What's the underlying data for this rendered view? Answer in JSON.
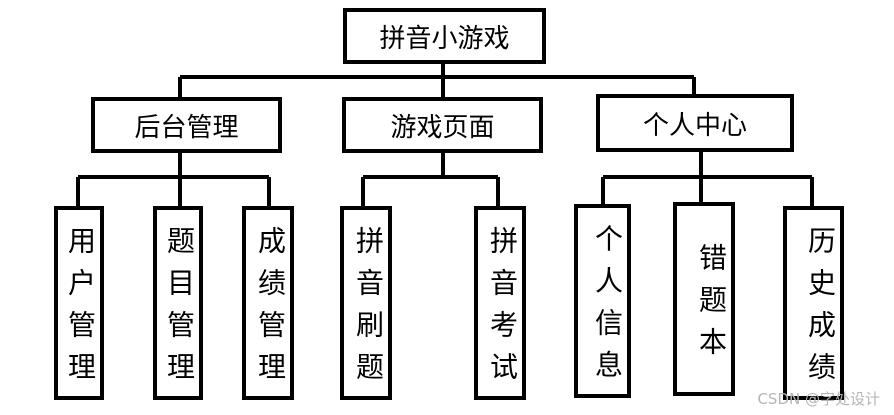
{
  "diagram": {
    "root": "拼音小游戏",
    "branches": [
      {
        "label": "后台管理",
        "children": [
          "用户管理",
          "题目管理",
          "成绩管理"
        ]
      },
      {
        "label": "游戏页面",
        "children": [
          "拼音刷题",
          "拼音考试"
        ]
      },
      {
        "label": "个人中心",
        "children": [
          "个人信息",
          "错题本",
          "历史成绩"
        ]
      }
    ]
  },
  "watermark": "CSDN @字处设计"
}
